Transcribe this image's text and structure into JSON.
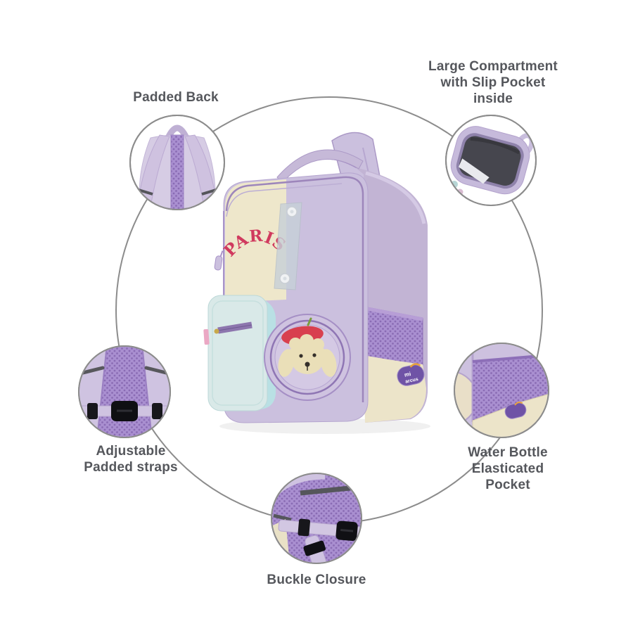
{
  "colors": {
    "background": "#ffffff",
    "guide_circle": "#8c8c8c",
    "label_text": "#55575c",
    "lilac_main": "#cbc0de",
    "lilac_side": "#c2b4d4",
    "cream_panel": "#eee7cb",
    "mint_pocket": "#d9e9e8",
    "mesh_purple": "#a98fd0",
    "paris_red": "#d03a5e",
    "beret_red": "#d8404f",
    "badge_purple": "#6f53a6"
  },
  "center_product": {
    "paris_text": "PARIS",
    "brand_line1": "mi",
    "brand_line2": "arcus"
  },
  "callouts": [
    {
      "id": "padded-back",
      "label": "Padded Back"
    },
    {
      "id": "large-compartment",
      "label": "Large Compartment\nwith Slip Pocket\ninside"
    },
    {
      "id": "adjustable-straps",
      "label": "Adjustable\nPadded straps"
    },
    {
      "id": "water-bottle",
      "label": "Water Bottle\nElasticated\nPocket"
    },
    {
      "id": "buckle-closure",
      "label": "Buckle Closure"
    }
  ]
}
